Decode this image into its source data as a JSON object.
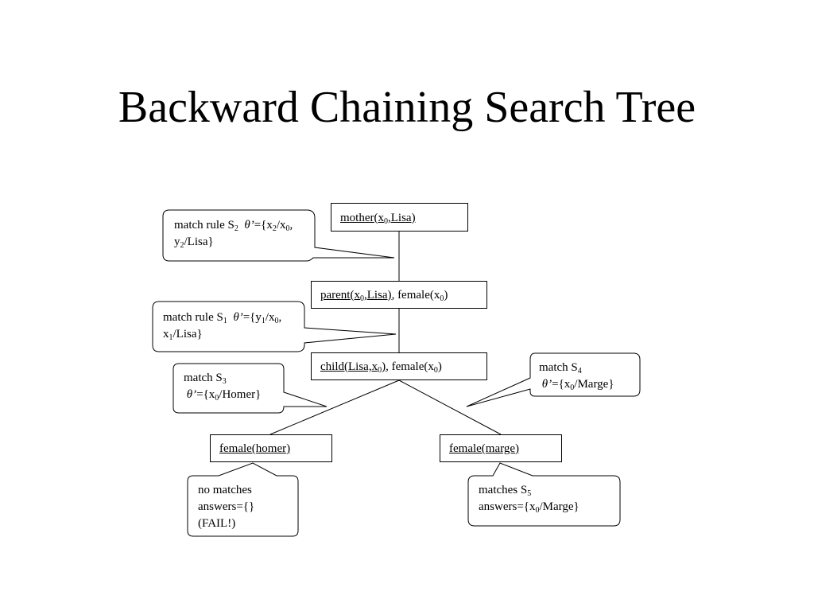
{
  "title": "Backward Chaining Search Tree",
  "nodes": {
    "root": {
      "pred": "mother",
      "args_pre": "(x",
      "sub": "0",
      "args_post": ",Lisa)"
    },
    "n1": {
      "pred": "parent",
      "args_pre": "(x",
      "sub": "0",
      "args_post": ",Lisa)",
      "rest_pre": ", female(x",
      "rest_sub": "0",
      "rest_post": ")"
    },
    "n2": {
      "pred": "child",
      "args_pre": "(Lisa,x",
      "sub": "0",
      "args_post": ")",
      "rest_pre": ", female(x",
      "rest_sub": "0",
      "rest_post": ")"
    },
    "left": {
      "label": "female(homer)"
    },
    "right": {
      "label": "female(marge)"
    }
  },
  "callouts": {
    "rule_s2": {
      "l1_pre": "match rule S",
      "l1_sub": "2",
      "theta": "θ’",
      "l1_mid": "={x",
      "l1_sub2": "2",
      "l1_mid2": "/x",
      "l1_sub3": "0",
      "l1_end": ",",
      "l2_pre": "y",
      "l2_sub": "2",
      "l2_end": "/Lisa}"
    },
    "rule_s1": {
      "l1_pre": "match rule S",
      "l1_sub": "1",
      "theta": "θ’",
      "l1_mid": "={y",
      "l1_sub2": "1",
      "l1_mid2": "/x",
      "l1_sub3": "0",
      "l1_end": ",",
      "l2_pre": "x",
      "l2_sub": "1",
      "l2_end": "/Lisa}"
    },
    "s3": {
      "l1_pre": "match S",
      "l1_sub": "3",
      "theta": "θ’",
      "l2_mid": "={x",
      "l2_sub": "0",
      "l2_end": "/Homer}"
    },
    "s4": {
      "l1_pre": "match S",
      "l1_sub": "4",
      "theta": "θ’",
      "l2_mid": "={x",
      "l2_sub": "0",
      "l2_end": "/Marge}"
    },
    "fail": {
      "line1": "no matches",
      "line2": "answers={}",
      "line3": "(FAIL!)"
    },
    "success": {
      "l1_pre": "matches S",
      "l1_sub": "5",
      "l2_pre": "answers={x",
      "l2_sub": "0",
      "l2_end": "/Marge}"
    }
  }
}
